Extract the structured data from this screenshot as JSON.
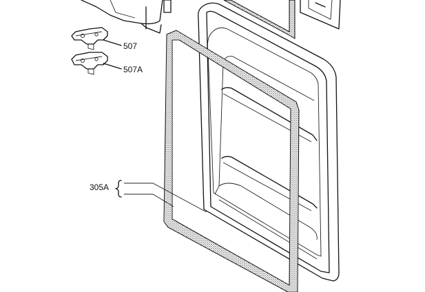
{
  "labels": {
    "part_507": "507",
    "part_507a": "507A",
    "part_305a": "305A"
  },
  "colors": {
    "line": "#111111",
    "background": "#ffffff",
    "gasket_fill": "#9a9a9a"
  }
}
